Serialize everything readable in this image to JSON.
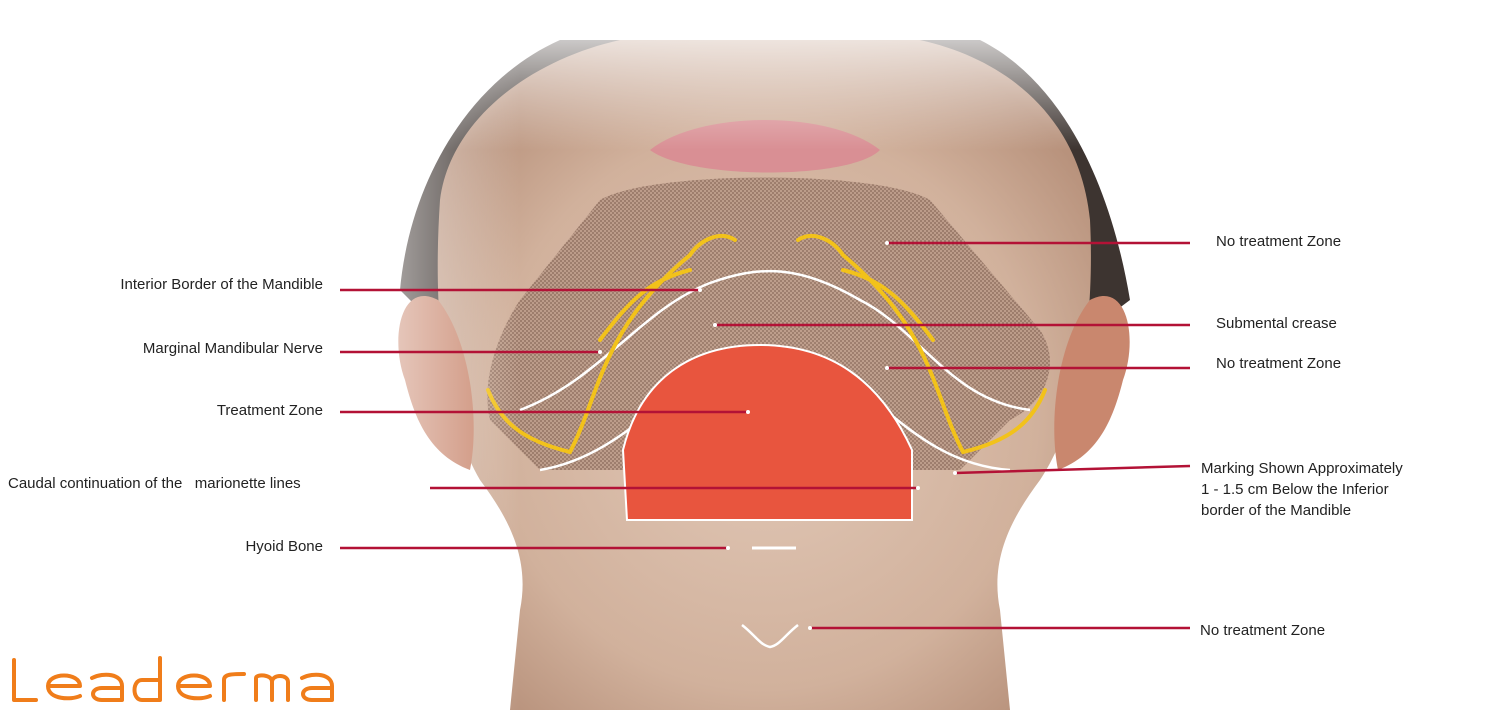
{
  "diagram": {
    "left_labels": {
      "interior_border": "Interior Border of the Mandible",
      "marginal_nerve": "Marginal Mandibular Nerve",
      "treatment_zone": "Treatment Zone",
      "caudal_continuation": "Caudal continuation of the   marionette lines",
      "hyoid_bone": "Hyoid Bone"
    },
    "right_labels": {
      "no_treatment_upper": "No treatment Zone",
      "submental_crease": "Submental crease",
      "no_treatment_middle": "No treatment Zone",
      "marking_lines": [
        "Marking Shown Approximately",
        "1 - 1.5 cm Below the Inferior",
        "border of the Mandible"
      ],
      "no_treatment_lower": "No treatment Zone"
    },
    "colors": {
      "leader_line": "#b31236",
      "nerve": "#f2c21a",
      "treatment_zone": "#e8553e",
      "skin": "#d3b39d",
      "brand": "#f07d1a"
    }
  },
  "logo": {
    "text": "Leaderma"
  }
}
